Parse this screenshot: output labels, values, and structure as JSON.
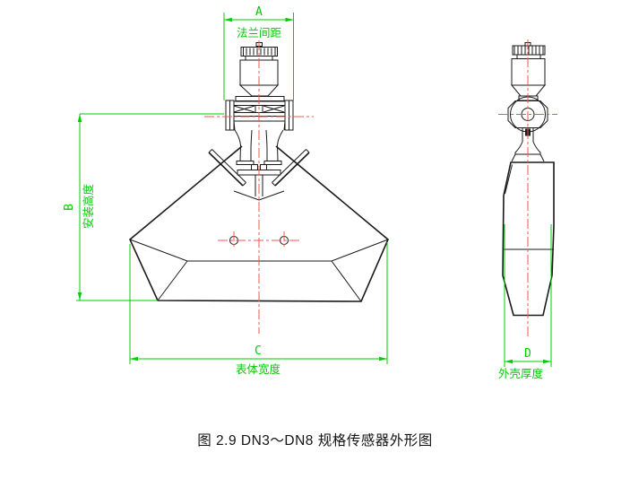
{
  "caption": "图 2.9 DN3～DN8 规格传感器外形图",
  "dimensions": {
    "a": {
      "letter": "A",
      "label": "法兰间距"
    },
    "b": {
      "letter": "B",
      "label": "安装高度"
    },
    "c": {
      "letter": "C",
      "label": "表体宽度"
    },
    "d": {
      "letter": "D",
      "label": "外壳厚度"
    }
  },
  "colors": {
    "dimension_green": "#00cc00",
    "centerline_red": "#ff5050",
    "drawing_black": "#1a1a1a",
    "background": "#ffffff"
  }
}
